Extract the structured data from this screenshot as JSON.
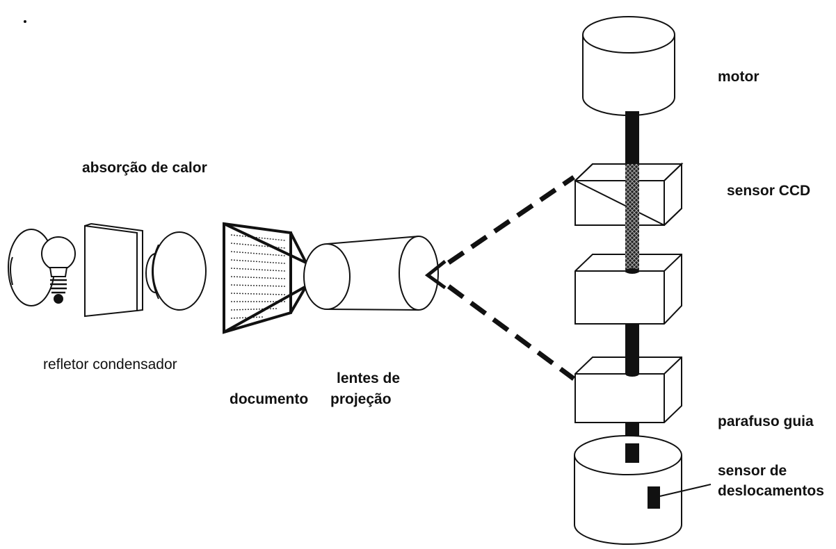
{
  "labels": {
    "motor": "motor",
    "sensor_ccd": "sensor CCD",
    "absorcao": "absorção de calor",
    "refletor_condensador": "refletor condensador",
    "lentes_line1": "lentes de",
    "lentes_line2": "projeção",
    "documento": "documento",
    "parafuso": "parafuso guia",
    "sensor_desl_line1": "sensor de",
    "sensor_desl_line2": "deslocamentos"
  }
}
